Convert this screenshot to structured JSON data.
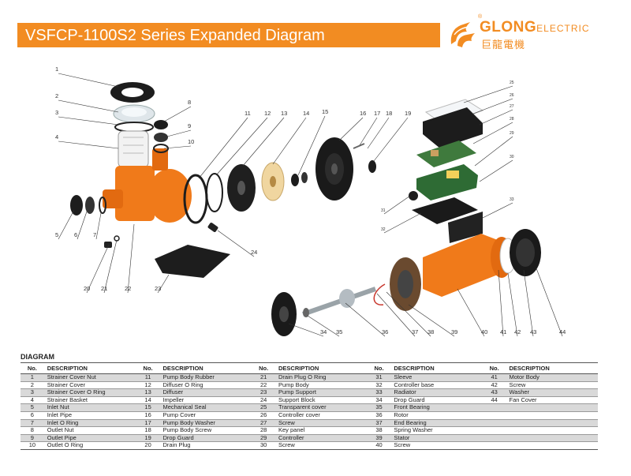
{
  "header": {
    "title": "VSFCP-1100S2 Series Expanded Diagram"
  },
  "brand": {
    "name": "GLONG",
    "name_suffix": "ELECTRIC",
    "chinese_name": "巨龍電機",
    "registered_mark": "®",
    "colors": {
      "accent": "#f28c22",
      "pump_orange": "#f07a1a",
      "dark_part": "#1f1f1f"
    }
  },
  "diagram": {
    "callouts": [
      "1",
      "2",
      "3",
      "4",
      "5",
      "6",
      "7",
      "8",
      "9",
      "10",
      "11",
      "12",
      "13",
      "14",
      "15",
      "16",
      "17",
      "18",
      "19",
      "20",
      "21",
      "22",
      "23",
      "24",
      "25",
      "26",
      "27",
      "28",
      "29",
      "30",
      "31",
      "32",
      "33",
      "34",
      "35",
      "36",
      "37",
      "38",
      "39",
      "40",
      "41",
      "42",
      "43",
      "44"
    ]
  },
  "parts_list": {
    "section_label": "DIAGRAM",
    "columns": {
      "no": "No.",
      "description": "DESCRIPTION"
    },
    "rows": [
      [
        [
          "1",
          "Strainer Cover Nut"
        ],
        [
          "11",
          "Pump Body Rubber"
        ],
        [
          "21",
          "Drain Plug O Ring"
        ],
        [
          "31",
          "Sleeve"
        ],
        [
          "41",
          "Motor Body"
        ]
      ],
      [
        [
          "2",
          "Strainer Cover"
        ],
        [
          "12",
          "Diffuser O Ring"
        ],
        [
          "22",
          "Pump Body"
        ],
        [
          "32",
          "Controller base"
        ],
        [
          "42",
          "Screw"
        ]
      ],
      [
        [
          "3",
          "Strainer Cover O Ring"
        ],
        [
          "13",
          "Diffuser"
        ],
        [
          "23",
          "Pump Support"
        ],
        [
          "33",
          "Radiator"
        ],
        [
          "43",
          "Washer"
        ]
      ],
      [
        [
          "4",
          "Strainer Basket"
        ],
        [
          "14",
          "Impeller"
        ],
        [
          "24",
          "Support Block"
        ],
        [
          "34",
          "Drop Guard"
        ],
        [
          "44",
          "Fan  Cover"
        ]
      ],
      [
        [
          "5",
          "Inlet Nut"
        ],
        [
          "15",
          "Mechanical Seal"
        ],
        [
          "25",
          "Transparent cover"
        ],
        [
          "35",
          "Front Bearing"
        ],
        [
          "",
          ""
        ]
      ],
      [
        [
          "6",
          "Inlet Pipe"
        ],
        [
          "16",
          "Pump Cover"
        ],
        [
          "26",
          "Controller cover"
        ],
        [
          "36",
          "Rotor"
        ],
        [
          "",
          ""
        ]
      ],
      [
        [
          "7",
          "Inlet O Ring"
        ],
        [
          "17",
          "Pump Body Washer"
        ],
        [
          "27",
          "Screw"
        ],
        [
          "37",
          "End Bearing"
        ],
        [
          "",
          ""
        ]
      ],
      [
        [
          "8",
          "Outlet Nut"
        ],
        [
          "18",
          "Pump Body Screw"
        ],
        [
          "28",
          "Key panel"
        ],
        [
          "38",
          "Spring Washer"
        ],
        [
          "",
          ""
        ]
      ],
      [
        [
          "9",
          "Outlet Pipe"
        ],
        [
          "19",
          "Drop Guard"
        ],
        [
          "29",
          "Controller"
        ],
        [
          "39",
          "Stator"
        ],
        [
          "",
          ""
        ]
      ],
      [
        [
          "10",
          "Outlet O Ring"
        ],
        [
          "20",
          "Drain Plug"
        ],
        [
          "30",
          "Screw"
        ],
        [
          "40",
          "Screw"
        ],
        [
          "",
          ""
        ]
      ]
    ]
  }
}
